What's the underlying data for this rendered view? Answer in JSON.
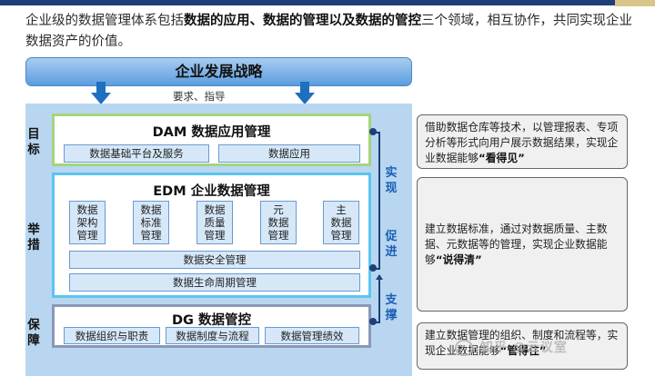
{
  "intro": {
    "part1": "企业级的数据管理体系包括",
    "bold": "数据的应用、数据的管理以及数据的管控",
    "part2": "三个领域，相互协作，共同实现企业数据资产的价值。"
  },
  "strategy": "企业发展战略",
  "guide": "要求、指导",
  "side_labels": [
    "目标",
    "举措",
    "保障"
  ],
  "dam": {
    "title": "DAM 数据应用管理",
    "cells": [
      "数据基础平台及服务",
      "数据应用"
    ]
  },
  "edm": {
    "title": "EDM 企业数据管理",
    "columns": [
      [
        "数据",
        "架构",
        "管理"
      ],
      [
        "数据",
        "标准",
        "管理"
      ],
      [
        "数据",
        "质量",
        "管理"
      ],
      [
        "元",
        "数据",
        "管理"
      ],
      [
        "主",
        "数据",
        "管理"
      ]
    ],
    "rows": [
      "数据安全管理",
      "数据生命周期管理"
    ]
  },
  "dg": {
    "title": "DG 数据管控",
    "cells": [
      "数据组织与职责",
      "数据制度与流程",
      "数据管理绩效"
    ]
  },
  "connectors": [
    "实现",
    "促进",
    "支撑"
  ],
  "descriptions": {
    "top": {
      "text": "借助数据仓库等技术，以管理报表、专项分析等形式向用户展示数据结果，实现企业数据能够",
      "bold": "“看得见”"
    },
    "middle": {
      "text": "建立数据标准，通过对数据质量、主数据、元数据等的管理，实现企业数据能够",
      "bold": "“说得清”"
    },
    "bottom": {
      "text": "建立数据管理的组织、制度和流程等，实现企业数据能够",
      "bold": "“管得住”"
    }
  },
  "watermark": "知乎 @云议室"
}
